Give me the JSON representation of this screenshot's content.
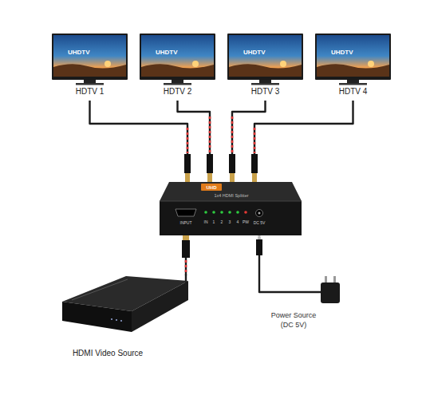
{
  "diagram": {
    "nodes": [
      {
        "text": [
          "UHDTV",
          "HDTV 1"
        ]
      },
      {
        "text": [
          "UHDTV",
          "HDTV 2"
        ]
      },
      {
        "text": [
          "UHDTV",
          "HDTV 3"
        ]
      },
      {
        "text": [
          "UHDTV",
          "HDTV 4"
        ]
      },
      {
        "text": [
          "UHD",
          "1x4 HDMI Splitter",
          "INPUT",
          "IN",
          "1",
          "2",
          "3",
          "4",
          "PW",
          "DC 5V"
        ]
      },
      {
        "text": [
          "HDMI Video Source"
        ]
      },
      {
        "text": [
          "Power Source",
          "(DC 5V)"
        ]
      }
    ],
    "edges": [
      {
        "from": 4,
        "to": 0,
        "arrow": "none"
      },
      {
        "from": 4,
        "to": 1,
        "arrow": "none"
      },
      {
        "from": 4,
        "to": 2,
        "arrow": "none"
      },
      {
        "from": 4,
        "to": 3,
        "arrow": "none"
      },
      {
        "from": 5,
        "to": 4,
        "arrow": "none"
      },
      {
        "from": 6,
        "to": 4,
        "arrow": "none"
      }
    ]
  }
}
